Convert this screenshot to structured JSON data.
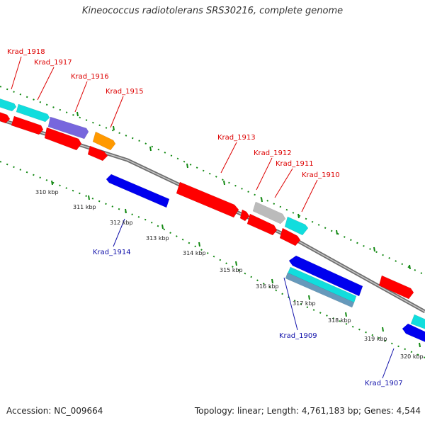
{
  "title": "Kineococcus radiotolerans SRS30216, complete genome",
  "footer": {
    "accession": "Accession: NC_009664",
    "topology": "Topology: linear; Length: 4,761,183 bp; Genes: 4,544"
  },
  "colors": {
    "forward_label": "#dd0000",
    "reverse_label": "#1111aa",
    "backbone": "#888888",
    "tick": "#118811",
    "red": "#ff0000",
    "blue": "#0000ee",
    "cyan": "#11dddd",
    "purple": "#7766dd",
    "orange": "#ff9900",
    "gray": "#bbbbbb",
    "steel": "#6699bb"
  },
  "gene_labels": [
    {
      "id": "g1918",
      "text": "Krad_1918",
      "strand": "forward"
    },
    {
      "id": "g1917",
      "text": "Krad_1917",
      "strand": "forward"
    },
    {
      "id": "g1916",
      "text": "Krad_1916",
      "strand": "forward"
    },
    {
      "id": "g1915",
      "text": "Krad_1915",
      "strand": "forward"
    },
    {
      "id": "g1913",
      "text": "Krad_1913",
      "strand": "forward"
    },
    {
      "id": "g1912",
      "text": "Krad_1912",
      "strand": "forward"
    },
    {
      "id": "g1911",
      "text": "Krad_1911",
      "strand": "forward"
    },
    {
      "id": "g1910",
      "text": "Krad_1910",
      "strand": "forward"
    },
    {
      "id": "g1914",
      "text": "Krad_1914",
      "strand": "reverse"
    },
    {
      "id": "g1909",
      "text": "Krad_1909",
      "strand": "reverse"
    },
    {
      "id": "g1907",
      "text": "Krad_1907",
      "strand": "reverse"
    }
  ],
  "kbp_labels": [
    "310 kbp",
    "311 kbp",
    "312 kbp",
    "313 kbp",
    "314 kbp",
    "315 kbp",
    "316 kbp",
    "317 kbp",
    "318 kbp",
    "319 kbp",
    "320 kbp"
  ]
}
